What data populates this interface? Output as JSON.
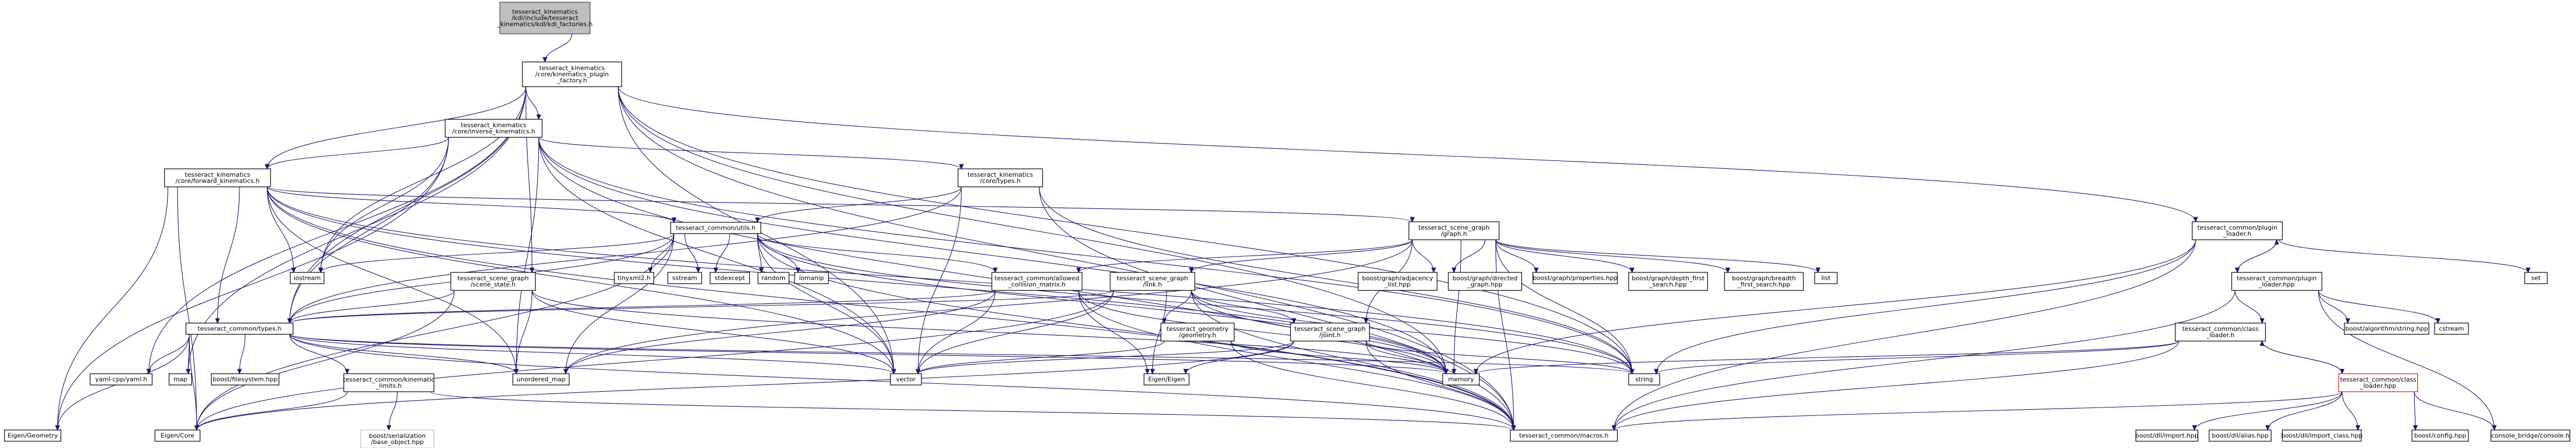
{
  "nodes": [
    {
      "id": "n0",
      "lines": [
        "tesseract_kinematics",
        "/kdl/include/tesseract",
        "_kinematics/kdl/kdl_factories.h"
      ],
      "style": "root"
    },
    {
      "id": "n1",
      "lines": [
        "tesseract_kinematics",
        "/core/kinematics_plugin",
        "_factory.h"
      ]
    },
    {
      "id": "n2",
      "lines": [
        "tesseract_kinematics",
        "/core/inverse_kinematics.h"
      ]
    },
    {
      "id": "n3",
      "lines": [
        "tesseract_kinematics",
        "/core/forward_kinematics.h"
      ]
    },
    {
      "id": "n4",
      "lines": [
        "tesseract_kinematics",
        "/core/types.h"
      ]
    },
    {
      "id": "n5",
      "lines": [
        "tesseract_common/utils.h"
      ]
    },
    {
      "id": "n6",
      "lines": [
        "tesseract_scene_graph",
        "/graph.h"
      ]
    },
    {
      "id": "n7",
      "lines": [
        "tesseract_common/plugin",
        "_loader.h"
      ]
    },
    {
      "id": "n8",
      "lines": [
        "tesseract_common/plugin",
        "_loader.hpp"
      ]
    },
    {
      "id": "n9",
      "lines": [
        "tesseract_scene_graph",
        "/scene_state.h"
      ]
    },
    {
      "id": "n10",
      "lines": [
        "tesseract_common/allowed",
        "_collision_matrix.h"
      ]
    },
    {
      "id": "n11",
      "lines": [
        "tesseract_scene_graph",
        "/link.h"
      ]
    },
    {
      "id": "n12",
      "lines": [
        "tesseract_scene_graph",
        "/joint.h"
      ]
    },
    {
      "id": "n13",
      "lines": [
        "tesseract_geometry",
        "/geometry.h"
      ]
    },
    {
      "id": "n14",
      "lines": [
        "tesseract_common/types.h"
      ]
    },
    {
      "id": "n15",
      "lines": [
        "tesseract_common/kinematic",
        "_limits.h"
      ]
    },
    {
      "id": "n16",
      "lines": [
        "tesseract_common/class",
        "_loader.h"
      ]
    },
    {
      "id": "n17",
      "lines": [
        "tesseract_common/class",
        "_loader.hpp"
      ],
      "style": "red"
    },
    {
      "id": "n18",
      "lines": [
        "tesseract_common/macros.h"
      ]
    },
    {
      "id": "n19",
      "lines": [
        "iostream"
      ]
    },
    {
      "id": "n20",
      "lines": [
        "tinyxml2.h"
      ]
    },
    {
      "id": "n21",
      "lines": [
        "sstream"
      ]
    },
    {
      "id": "n22",
      "lines": [
        "stdexcept"
      ]
    },
    {
      "id": "n23",
      "lines": [
        "random"
      ]
    },
    {
      "id": "n24",
      "lines": [
        "iomanip"
      ]
    },
    {
      "id": "n25",
      "lines": [
        "boost/graph/adjacency",
        "_list.hpp"
      ]
    },
    {
      "id": "n26",
      "lines": [
        "boost/graph/directed",
        "_graph.hpp"
      ]
    },
    {
      "id": "n27",
      "lines": [
        "boost/graph/properties.hpp"
      ]
    },
    {
      "id": "n28",
      "lines": [
        "boost/graph/depth_first",
        "_search.hpp"
      ]
    },
    {
      "id": "n29",
      "lines": [
        "boost/graph/breadth",
        "_first_search.hpp"
      ]
    },
    {
      "id": "n30",
      "lines": [
        "list"
      ]
    },
    {
      "id": "n31",
      "lines": [
        "set"
      ]
    },
    {
      "id": "n32",
      "lines": [
        "yaml-cpp/yaml.h"
      ]
    },
    {
      "id": "n33",
      "lines": [
        "map"
      ]
    },
    {
      "id": "n34",
      "lines": [
        "boost/filesystem.hpp"
      ]
    },
    {
      "id": "n35",
      "lines": [
        "unordered_map"
      ]
    },
    {
      "id": "n36",
      "lines": [
        "vector"
      ]
    },
    {
      "id": "n37",
      "lines": [
        "memory"
      ]
    },
    {
      "id": "n38",
      "lines": [
        "string"
      ]
    },
    {
      "id": "n39",
      "lines": [
        "Eigen/Eigen"
      ]
    },
    {
      "id": "n40",
      "lines": [
        "Eigen/Geometry"
      ]
    },
    {
      "id": "n41",
      "lines": [
        "Eigen/Core"
      ]
    },
    {
      "id": "n42",
      "lines": [
        "boost/serialization",
        "/base_object.hpp"
      ],
      "style": "gray"
    },
    {
      "id": "n43",
      "lines": [
        "boost/algorithm/string.hpp"
      ]
    },
    {
      "id": "n44",
      "lines": [
        "console_bridge/console.h"
      ]
    },
    {
      "id": "n45",
      "lines": [
        "cstream"
      ]
    },
    {
      "id": "n46",
      "lines": [
        "boost/dll/import.hpp"
      ]
    },
    {
      "id": "n47",
      "lines": [
        "boost/dll/alias.hpp"
      ]
    },
    {
      "id": "n48",
      "lines": [
        "boost/dll/import_class.hpp"
      ]
    },
    {
      "id": "n49",
      "lines": [
        "boost/config.hpp"
      ]
    }
  ],
  "edges": [
    [
      "n0",
      "n1"
    ],
    [
      "n1",
      "n2"
    ],
    [
      "n1",
      "n3"
    ],
    [
      "n1",
      "n7"
    ],
    [
      "n1",
      "n9"
    ],
    [
      "n1",
      "n14"
    ],
    [
      "n1",
      "n32"
    ],
    [
      "n1",
      "n33"
    ],
    [
      "n1",
      "n36"
    ],
    [
      "n1",
      "n37"
    ],
    [
      "n1",
      "n38"
    ],
    [
      "n1",
      "n19"
    ],
    [
      "n1",
      "n18"
    ],
    [
      "n2",
      "n3"
    ],
    [
      "n2",
      "n4"
    ],
    [
      "n2",
      "n14"
    ],
    [
      "n2",
      "n19"
    ],
    [
      "n2",
      "n36"
    ],
    [
      "n2",
      "n37"
    ],
    [
      "n2",
      "n38"
    ],
    [
      "n2",
      "n40"
    ],
    [
      "n2",
      "n35"
    ],
    [
      "n2",
      "n18"
    ],
    [
      "n3",
      "n6"
    ],
    [
      "n3",
      "n5"
    ],
    [
      "n3",
      "n14"
    ],
    [
      "n3",
      "n19"
    ],
    [
      "n3",
      "n35"
    ],
    [
      "n3",
      "n36"
    ],
    [
      "n3",
      "n37"
    ],
    [
      "n3",
      "n38"
    ],
    [
      "n3",
      "n40"
    ],
    [
      "n3",
      "n41"
    ],
    [
      "n3",
      "n18"
    ],
    [
      "n4",
      "n14"
    ],
    [
      "n4",
      "n5"
    ],
    [
      "n4",
      "n36"
    ],
    [
      "n4",
      "n38"
    ],
    [
      "n4",
      "n18"
    ],
    [
      "n5",
      "n14"
    ],
    [
      "n5",
      "n19"
    ],
    [
      "n5",
      "n20"
    ],
    [
      "n5",
      "n21"
    ],
    [
      "n5",
      "n22"
    ],
    [
      "n5",
      "n23"
    ],
    [
      "n5",
      "n24"
    ],
    [
      "n5",
      "n10"
    ],
    [
      "n5",
      "n36"
    ],
    [
      "n5",
      "n37"
    ],
    [
      "n5",
      "n38"
    ],
    [
      "n5",
      "n35"
    ],
    [
      "n5",
      "n41"
    ],
    [
      "n5",
      "n18"
    ],
    [
      "n6",
      "n25"
    ],
    [
      "n6",
      "n26"
    ],
    [
      "n6",
      "n27"
    ],
    [
      "n6",
      "n28"
    ],
    [
      "n6",
      "n29"
    ],
    [
      "n6",
      "n30"
    ],
    [
      "n6",
      "n11"
    ],
    [
      "n6",
      "n12"
    ],
    [
      "n6",
      "n10"
    ],
    [
      "n6",
      "n37"
    ],
    [
      "n6",
      "n38"
    ],
    [
      "n6",
      "n35"
    ],
    [
      "n6",
      "n18"
    ],
    [
      "n7",
      "n8"
    ],
    [
      "n7",
      "n31"
    ],
    [
      "n7",
      "n37"
    ],
    [
      "n7",
      "n38"
    ],
    [
      "n7",
      "n18"
    ],
    [
      "n8",
      "n7"
    ],
    [
      "n8",
      "n16"
    ],
    [
      "n8",
      "n43"
    ],
    [
      "n8",
      "n45"
    ],
    [
      "n8",
      "n44"
    ],
    [
      "n8",
      "n18"
    ],
    [
      "n9",
      "n14"
    ],
    [
      "n9",
      "n35"
    ],
    [
      "n9",
      "n36"
    ],
    [
      "n9",
      "n37"
    ],
    [
      "n9",
      "n41"
    ],
    [
      "n10",
      "n14"
    ],
    [
      "n10",
      "n35"
    ],
    [
      "n10",
      "n36"
    ],
    [
      "n10",
      "n37"
    ],
    [
      "n10",
      "n39"
    ],
    [
      "n10",
      "n18"
    ],
    [
      "n11",
      "n13"
    ],
    [
      "n11",
      "n12"
    ],
    [
      "n11",
      "n14"
    ],
    [
      "n11",
      "n36"
    ],
    [
      "n11",
      "n37"
    ],
    [
      "n11",
      "n38"
    ],
    [
      "n11",
      "n39"
    ],
    [
      "n11",
      "n41"
    ],
    [
      "n11",
      "n18"
    ],
    [
      "n12",
      "n36"
    ],
    [
      "n12",
      "n37"
    ],
    [
      "n12",
      "n38"
    ],
    [
      "n12",
      "n39"
    ],
    [
      "n12",
      "n41"
    ],
    [
      "n12",
      "n18"
    ],
    [
      "n13",
      "n36"
    ],
    [
      "n13",
      "n37"
    ],
    [
      "n13",
      "n18"
    ],
    [
      "n14",
      "n15"
    ],
    [
      "n14",
      "n32"
    ],
    [
      "n14",
      "n33"
    ],
    [
      "n14",
      "n34"
    ],
    [
      "n14",
      "n35"
    ],
    [
      "n14",
      "n36"
    ],
    [
      "n14",
      "n37"
    ],
    [
      "n14",
      "n38"
    ],
    [
      "n14",
      "n40"
    ],
    [
      "n14",
      "n41"
    ],
    [
      "n14",
      "n18"
    ],
    [
      "n15",
      "n41"
    ],
    [
      "n15",
      "n42"
    ],
    [
      "n15",
      "n18"
    ],
    [
      "n16",
      "n17"
    ],
    [
      "n16",
      "n37"
    ],
    [
      "n16",
      "n38"
    ],
    [
      "n16",
      "n18"
    ],
    [
      "n17",
      "n16"
    ],
    [
      "n17",
      "n46"
    ],
    [
      "n17",
      "n47"
    ],
    [
      "n17",
      "n48"
    ],
    [
      "n17",
      "n49"
    ],
    [
      "n17",
      "n44"
    ],
    [
      "n17",
      "n18"
    ]
  ]
}
